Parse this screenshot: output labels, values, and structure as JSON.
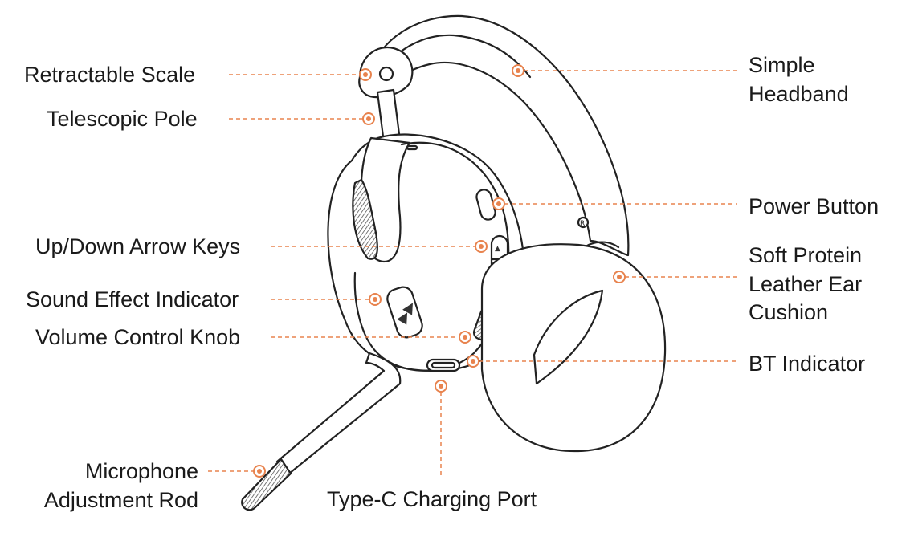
{
  "colors": {
    "accent": "#e8834e",
    "line": "#222222",
    "text": "#1a1a1a",
    "background": "#ffffff"
  },
  "labels": {
    "retractable_scale": "Retractable Scale",
    "telescopic_pole": "Telescopic Pole",
    "up_down_arrow_keys": "Up/Down Arrow Keys",
    "sound_effect_indicator": "Sound Effect Indicator",
    "volume_control_knob": "Volume Control Knob",
    "microphone_adjustment_rod": [
      "Microphone",
      "Adjustment Rod"
    ],
    "type_c_charging_port": "Type-C Charging Port",
    "simple_headband": [
      "Simple",
      "Headband"
    ],
    "power_button": "Power Button",
    "soft_protein_leather_ear_cushion": [
      "Soft Protein",
      "Leather Ear",
      "Cushion"
    ],
    "bt_indicator": "BT Indicator"
  }
}
